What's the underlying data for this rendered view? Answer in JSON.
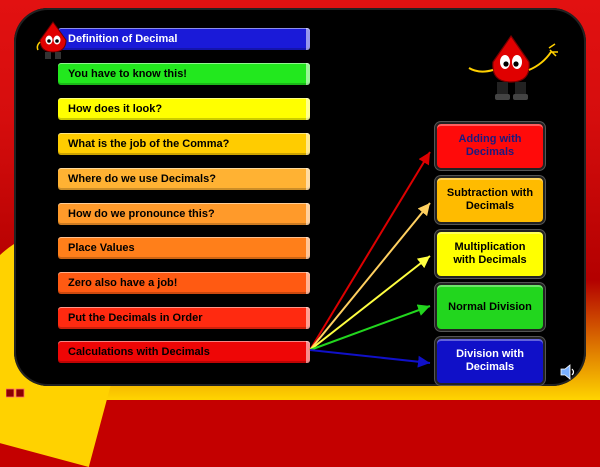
{
  "menu": {
    "items": [
      {
        "label": "Definition of Decimal",
        "bg": "#1a1ad8",
        "color": "#ffffff"
      },
      {
        "label": "You have to know this!",
        "bg": "#22e81e",
        "color": "#000000"
      },
      {
        "label": "How does it look?",
        "bg": "#ffff00",
        "color": "#000000"
      },
      {
        "label": "What is the job of the Comma?",
        "bg": "#ffcc00",
        "color": "#000000"
      },
      {
        "label": "Where do we use Decimals?",
        "bg": "#ffb233",
        "color": "#000000"
      },
      {
        "label": "How do we pronounce this?",
        "bg": "#ff9a2a",
        "color": "#000000"
      },
      {
        "label": "Place Values",
        "bg": "#ff7f1a",
        "color": "#000000"
      },
      {
        "label": "Zero also have a job!",
        "bg": "#ff5a12",
        "color": "#000000"
      },
      {
        "label": "Put the Decimals in Order",
        "bg": "#ff2a10",
        "color": "#000000"
      },
      {
        "label": "Calculations with Decimals",
        "bg": "#ee0606",
        "color": "#000000"
      }
    ]
  },
  "targets": {
    "items": [
      {
        "label": "Adding with\nDecimals",
        "bg": "#ff0a0a",
        "color": "#1a1a80",
        "arrow": "#dd0000"
      },
      {
        "label": "Subtraction with\nDecimals",
        "bg": "#ffbb00",
        "color": "#000000",
        "arrow": "#ffd060"
      },
      {
        "label": "Multiplication\nwith Decimals",
        "bg": "#ffff00",
        "color": "#000000",
        "arrow": "#ffff40"
      },
      {
        "label": "Normal Division",
        "bg": "#22d61e",
        "color": "#000000",
        "arrow": "#22d61e"
      },
      {
        "label": "Division with\nDecimals",
        "bg": "#1010c8",
        "color": "#ffffff",
        "arrow": "#1010c8"
      }
    ]
  },
  "icons": {
    "mascot_small": "mascot-icon",
    "mascot_large": "mascot-icon",
    "speaker": "speaker-icon"
  }
}
